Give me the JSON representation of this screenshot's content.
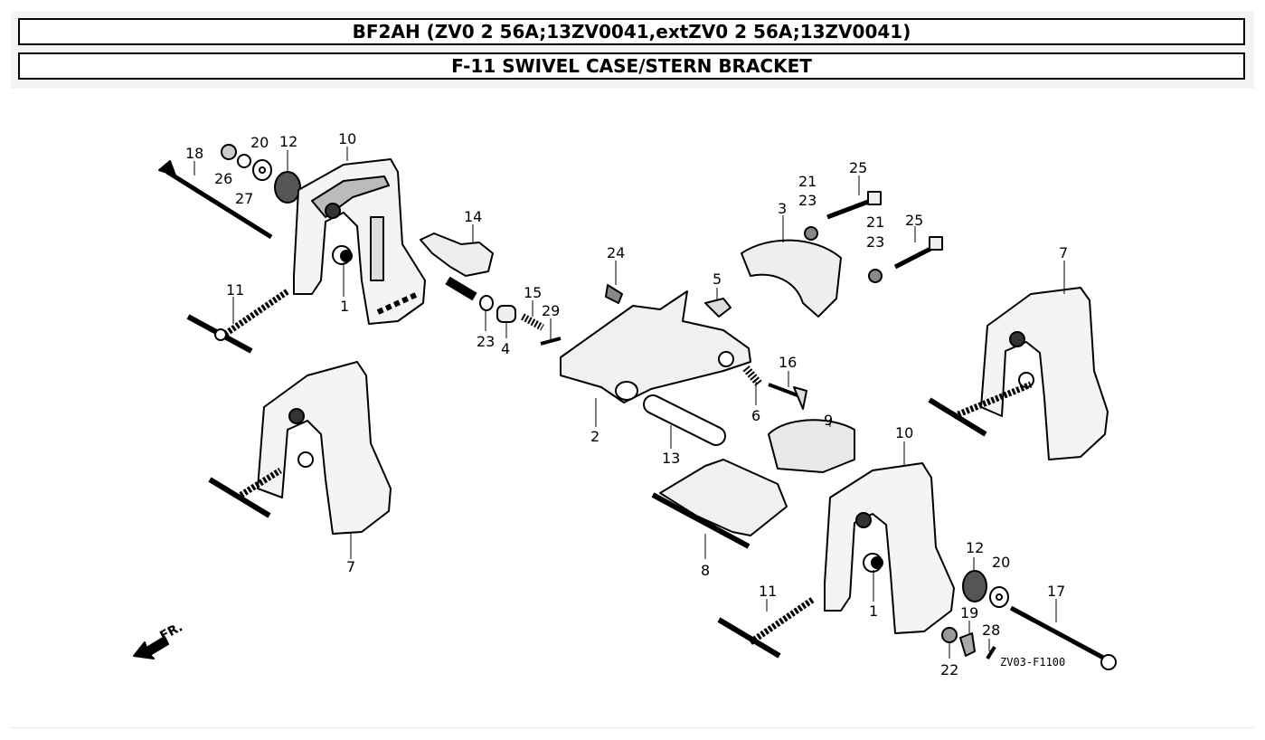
{
  "header": {
    "model_title": "BF2AH (ZV0 2 56A;13ZV0041,extZV0 2 56A;13ZV0041)",
    "section_title": "F-11 SWIVEL CASE/STERN BRACKET"
  },
  "diagram": {
    "drawing_code": "ZV03-F1100",
    "front_marker": "FR.",
    "callouts": {
      "c1a": "1",
      "c1b": "1",
      "c2": "2",
      "c3": "3",
      "c4": "4",
      "c5": "5",
      "c6": "6",
      "c7a": "7",
      "c7b": "7",
      "c8": "8",
      "c9": "9",
      "c10a": "10",
      "c10b": "10",
      "c11a": "11",
      "c11b": "11",
      "c12a": "12",
      "c12b": "12",
      "c13": "13",
      "c14": "14",
      "c15": "15",
      "c16": "16",
      "c17": "17",
      "c18": "18",
      "c19": "19",
      "c20a": "20",
      "c20b": "20",
      "c21a": "21",
      "c21b": "21",
      "c22": "22",
      "c23a": "23",
      "c23b": "23",
      "c23c": "23",
      "c24": "24",
      "c25a": "25",
      "c25b": "25",
      "c26": "26",
      "c27": "27",
      "c28": "28",
      "c29": "29"
    }
  }
}
